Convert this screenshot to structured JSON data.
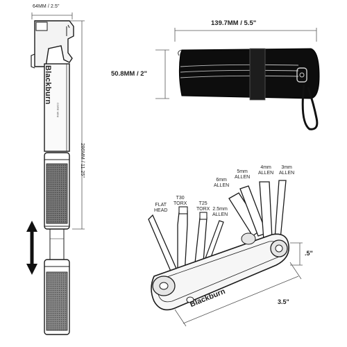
{
  "pump": {
    "width_label": "64MM / 2.5\"",
    "length_label": "286MM / 11.25\"",
    "brand": "Blackburn",
    "model_text": "CORE MINI"
  },
  "roll": {
    "width_label": "139.7MM / 5.5\"",
    "height_label": "50.8MM / 2\""
  },
  "multitool": {
    "brand": "Blackburn",
    "thickness_label": ".5\"",
    "length_label": "3.5\"",
    "tools": [
      {
        "line1": "FLAT",
        "line2": "HEAD"
      },
      {
        "line1": "T30",
        "line2": "TORX"
      },
      {
        "line1": "T25",
        "line2": "TORX"
      },
      {
        "line1": "2.5mm",
        "line2": "ALLEN"
      },
      {
        "line1": "6mm",
        "line2": "ALLEN"
      },
      {
        "line1": "5mm",
        "line2": "ALLEN"
      },
      {
        "line1": "4mm",
        "line2": "ALLEN"
      },
      {
        "line1": "3mm",
        "line2": "ALLEN"
      }
    ]
  },
  "colors": {
    "ink": "#1a1a1a",
    "dim_line": "#555555",
    "arrow": "#111111",
    "grip": "#6b6b6b",
    "roll_body": "#0d0d0d"
  },
  "icons": [
    "double-arrow-icon",
    "pump-illustration",
    "tool-roll-illustration",
    "multitool-illustration"
  ]
}
